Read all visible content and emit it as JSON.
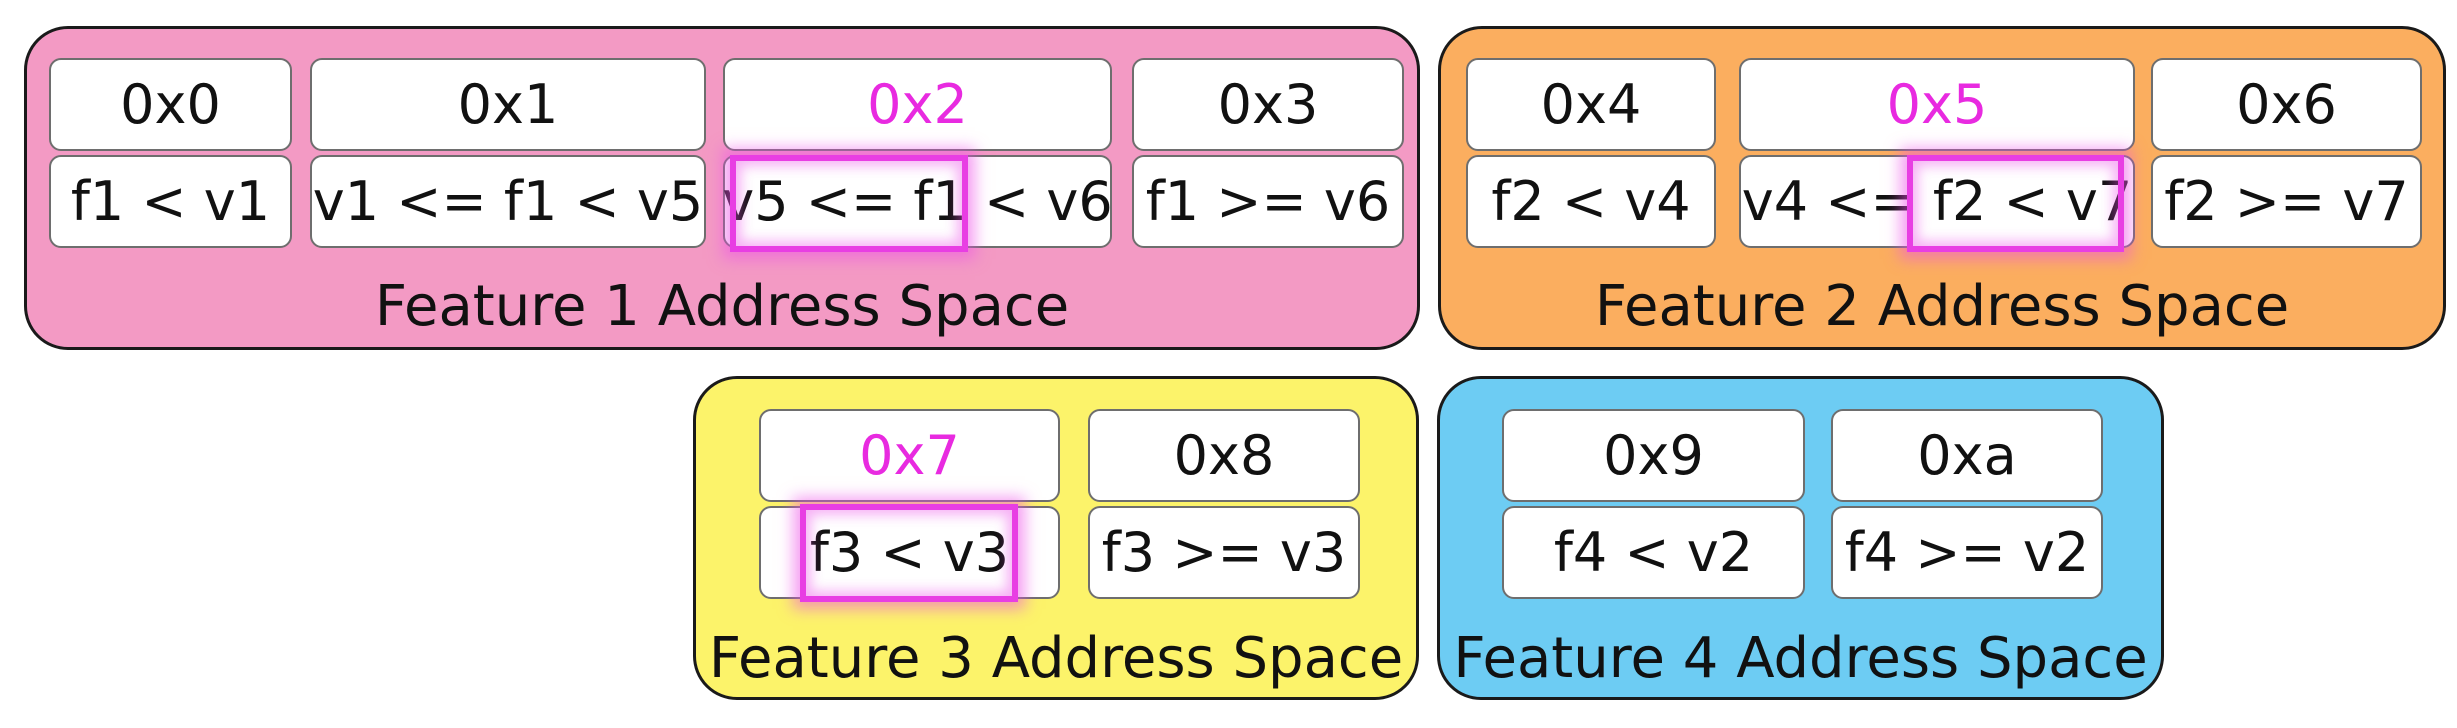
{
  "colors": {
    "feature1_bg": "#f39ac4",
    "feature2_bg": "#fbae5f",
    "feature3_bg": "#fcf36a",
    "feature4_bg": "#6dccf3",
    "highlight": "#e82ae0"
  },
  "feature1": {
    "title": "Feature 1 Address Space",
    "cells": [
      {
        "address": "0x0",
        "condition": "f1 < v1"
      },
      {
        "address": "0x1",
        "condition": "v1 <= f1 < v5"
      },
      {
        "address": "0x2",
        "condition": "v5 <= f1 < v6",
        "highlighted": true
      },
      {
        "address": "0x3",
        "condition": "f1 >= v6"
      }
    ]
  },
  "feature2": {
    "title": "Feature 2 Address Space",
    "cells": [
      {
        "address": "0x4",
        "condition": "f2 < v4"
      },
      {
        "address": "0x5",
        "condition": "v4 <= f2 < v7",
        "highlighted": true
      },
      {
        "address": "0x6",
        "condition": "f2 >= v7"
      }
    ]
  },
  "feature3": {
    "title": "Feature 3 Address Space",
    "cells": [
      {
        "address": "0x7",
        "condition": "f3 < v3",
        "highlighted": true
      },
      {
        "address": "0x8",
        "condition": "f3 >= v3"
      }
    ]
  },
  "feature4": {
    "title": "Feature 4 Address Space",
    "cells": [
      {
        "address": "0x9",
        "condition": "f4 < v2"
      },
      {
        "address": "0xa",
        "condition": "f4 >= v2"
      }
    ]
  }
}
